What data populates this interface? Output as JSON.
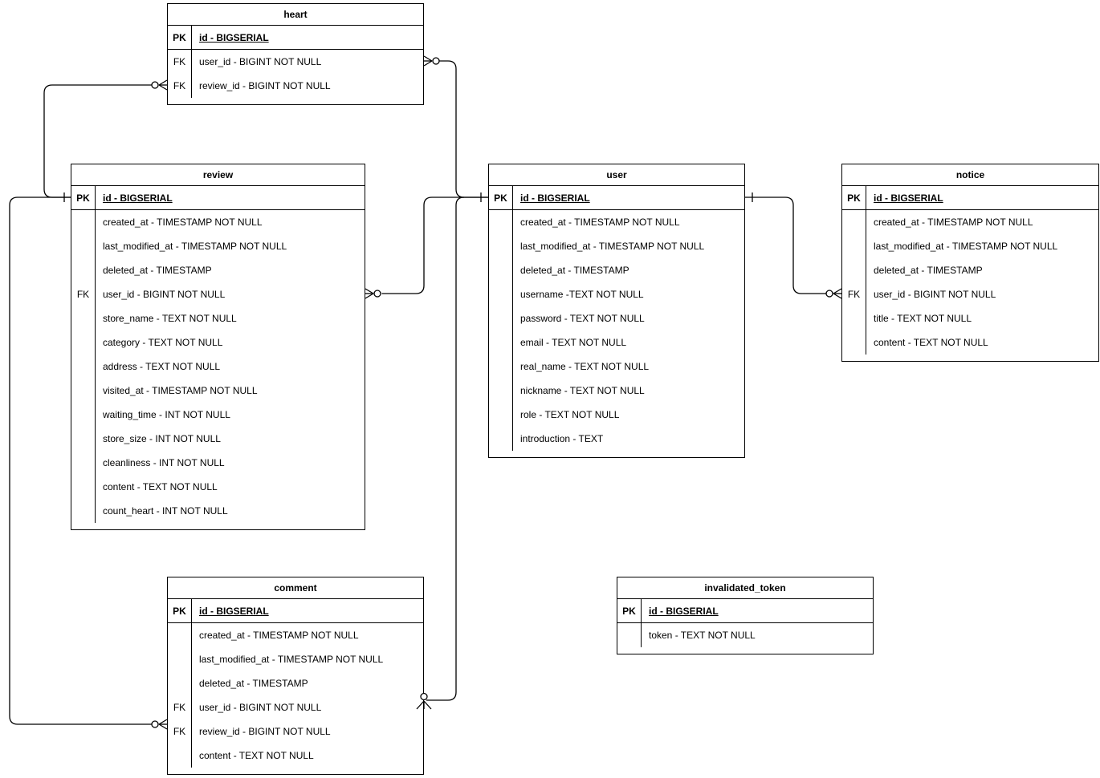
{
  "diagram": {
    "background_color": "#ffffff",
    "line_color": "#000000",
    "tables": [
      {
        "name": "heart",
        "pk_key": "PK",
        "pk_field": "id - BIGSERIAL",
        "rows": [
          {
            "key": "FK",
            "field": "user_id - BIGINT NOT NULL"
          },
          {
            "key": "FK",
            "field": "review_id - BIGINT NOT NULL"
          }
        ]
      },
      {
        "name": "review",
        "pk_key": "PK",
        "pk_field": "id - BIGSERIAL",
        "rows": [
          {
            "key": "",
            "field": "created_at - TIMESTAMP NOT NULL"
          },
          {
            "key": "",
            "field": "last_modified_at - TIMESTAMP NOT NULL"
          },
          {
            "key": "",
            "field": "deleted_at - TIMESTAMP"
          },
          {
            "key": "FK",
            "field": "user_id - BIGINT NOT NULL"
          },
          {
            "key": "",
            "field": "store_name - TEXT NOT NULL"
          },
          {
            "key": "",
            "field": "category - TEXT NOT NULL"
          },
          {
            "key": "",
            "field": "address - TEXT NOT NULL"
          },
          {
            "key": "",
            "field": "visited_at - TIMESTAMP NOT NULL"
          },
          {
            "key": "",
            "field": "waiting_time - INT NOT NULL"
          },
          {
            "key": "",
            "field": "store_size - INT NOT NULL"
          },
          {
            "key": "",
            "field": "cleanliness - INT NOT NULL"
          },
          {
            "key": "",
            "field": "content - TEXT NOT NULL"
          },
          {
            "key": "",
            "field": "count_heart - INT NOT NULL"
          }
        ]
      },
      {
        "name": "user",
        "pk_key": "PK",
        "pk_field": "id - BIGSERIAL",
        "rows": [
          {
            "key": "",
            "field": "created_at - TIMESTAMP NOT NULL"
          },
          {
            "key": "",
            "field": "last_modified_at - TIMESTAMP NOT NULL"
          },
          {
            "key": "",
            "field": "deleted_at - TIMESTAMP"
          },
          {
            "key": "",
            "field": "username -TEXT NOT NULL"
          },
          {
            "key": "",
            "field": "password - TEXT NOT NULL"
          },
          {
            "key": "",
            "field": "email - TEXT NOT NULL"
          },
          {
            "key": "",
            "field": "real_name - TEXT NOT NULL"
          },
          {
            "key": "",
            "field": "nickname - TEXT NOT NULL"
          },
          {
            "key": "",
            "field": "role - TEXT NOT NULL"
          },
          {
            "key": "",
            "field": "introduction - TEXT"
          }
        ]
      },
      {
        "name": "notice",
        "pk_key": "PK",
        "pk_field": "id - BIGSERIAL",
        "rows": [
          {
            "key": "",
            "field": "created_at - TIMESTAMP NOT NULL"
          },
          {
            "key": "",
            "field": "last_modified_at - TIMESTAMP NOT NULL"
          },
          {
            "key": "",
            "field": "deleted_at - TIMESTAMP"
          },
          {
            "key": "FK",
            "field": "user_id - BIGINT NOT NULL"
          },
          {
            "key": "",
            "field": "title - TEXT NOT NULL"
          },
          {
            "key": "",
            "field": "content - TEXT NOT NULL"
          }
        ]
      },
      {
        "name": "comment",
        "pk_key": "PK",
        "pk_field": "id - BIGSERIAL",
        "rows": [
          {
            "key": "",
            "field": "created_at - TIMESTAMP NOT NULL"
          },
          {
            "key": "",
            "field": "last_modified_at - TIMESTAMP NOT NULL"
          },
          {
            "key": "",
            "field": "deleted_at - TIMESTAMP"
          },
          {
            "key": "FK",
            "field": "user_id - BIGINT NOT NULL"
          },
          {
            "key": "FK",
            "field": "review_id - BIGINT NOT NULL"
          },
          {
            "key": "",
            "field": "content - TEXT NOT NULL"
          }
        ]
      },
      {
        "name": "invalidated_token",
        "pk_key": "PK",
        "pk_field": "id - BIGSERIAL",
        "rows": [
          {
            "key": "",
            "field": "token - TEXT NOT NULL"
          }
        ]
      }
    ],
    "connectors": [
      {
        "from_table": "heart",
        "from_field": "review_id",
        "to_table": "review",
        "to_field": "id",
        "from_marker": "many-optional",
        "to_marker": "one"
      },
      {
        "from_table": "heart",
        "from_field": "user_id",
        "to_table": "user",
        "to_field": "id",
        "from_marker": "many-optional",
        "to_marker": "one"
      },
      {
        "from_table": "review",
        "from_field": "user_id",
        "to_table": "user",
        "to_field": "id",
        "from_marker": "many-optional",
        "to_marker": "one"
      },
      {
        "from_table": "comment",
        "from_field": "user_id",
        "to_table": "user",
        "to_field": "id",
        "from_marker": "many-optional",
        "to_marker": "one"
      },
      {
        "from_table": "comment",
        "from_field": "review_id",
        "to_table": "review",
        "to_field": "id",
        "from_marker": "many-optional",
        "to_marker": "one"
      },
      {
        "from_table": "user",
        "from_field": "id",
        "to_table": "notice",
        "to_field": "user_id",
        "from_marker": "one",
        "to_marker": "many-optional"
      }
    ]
  }
}
